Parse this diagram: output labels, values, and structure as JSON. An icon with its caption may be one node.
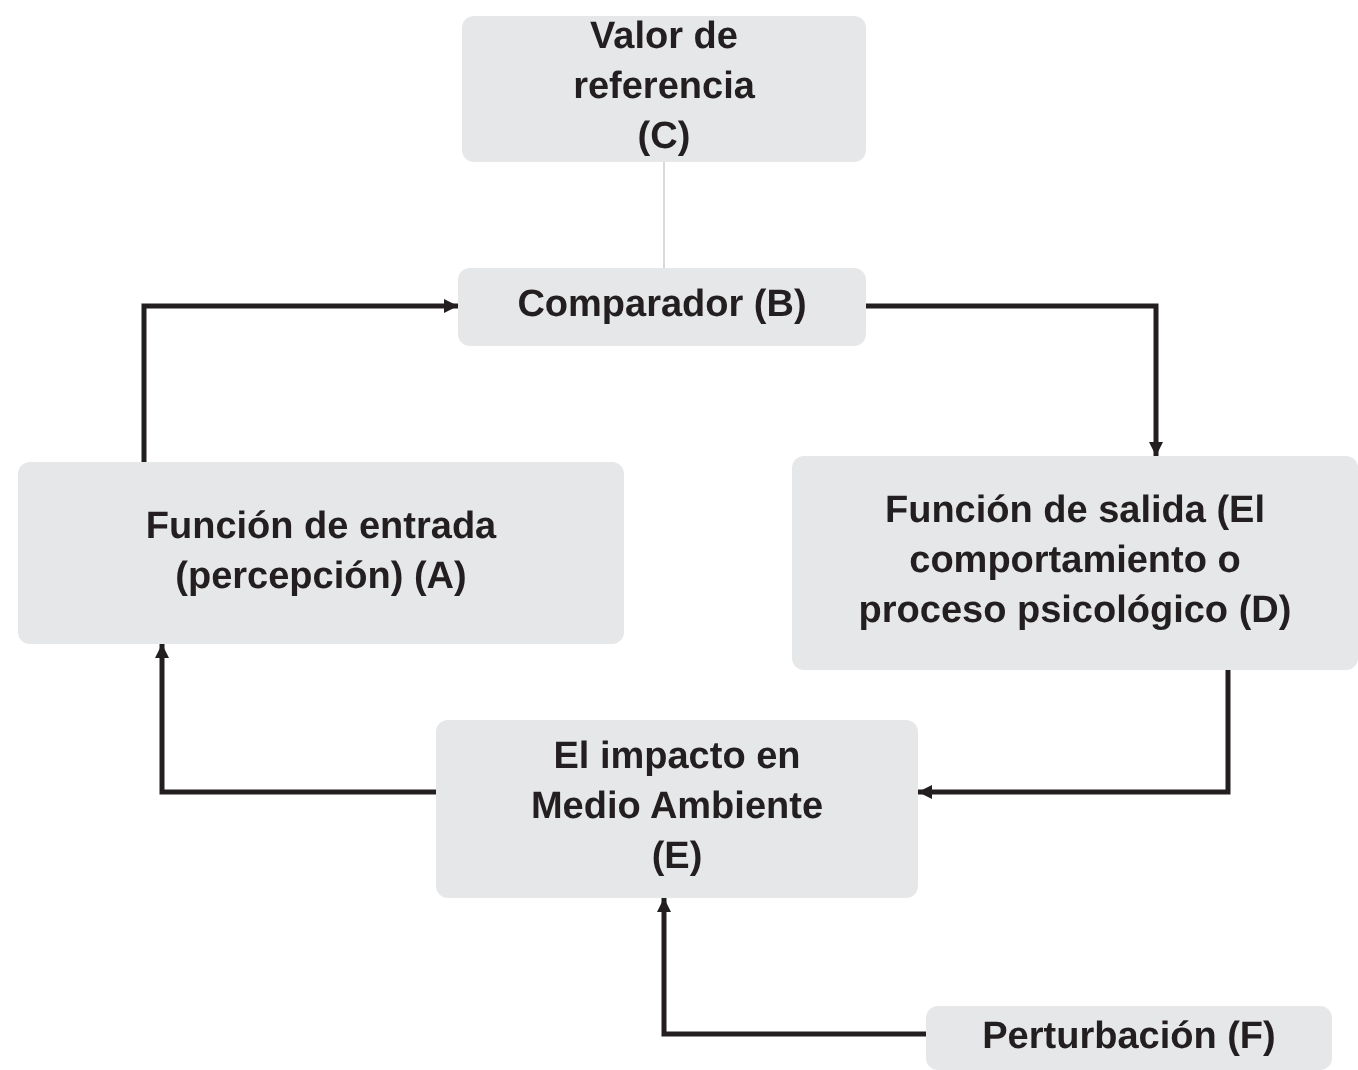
{
  "diagram": {
    "nodes": [
      {
        "text": [
          "Valor de referencia (C)"
        ]
      },
      {
        "text": [
          "Comparador (B)"
        ]
      },
      {
        "text": [
          "Función de entrada (percepción) (A)"
        ]
      },
      {
        "text": [
          "Función de salida (El comportamiento o proceso psicológico (D)"
        ]
      },
      {
        "text": [
          "El impacto en Medio Ambiente (E)"
        ]
      },
      {
        "text": [
          "Perturbación (F)"
        ]
      }
    ],
    "edges": [
      {
        "from": 0,
        "to": 1,
        "arrow": "none",
        "color": "#d9d9d9"
      },
      {
        "from": 2,
        "to": 1,
        "arrow": "to"
      },
      {
        "from": 1,
        "to": 3,
        "arrow": "to"
      },
      {
        "from": 3,
        "to": 4,
        "arrow": "to"
      },
      {
        "from": 4,
        "to": 2,
        "arrow": "to"
      },
      {
        "from": 5,
        "to": 4,
        "arrow": "to"
      }
    ]
  }
}
